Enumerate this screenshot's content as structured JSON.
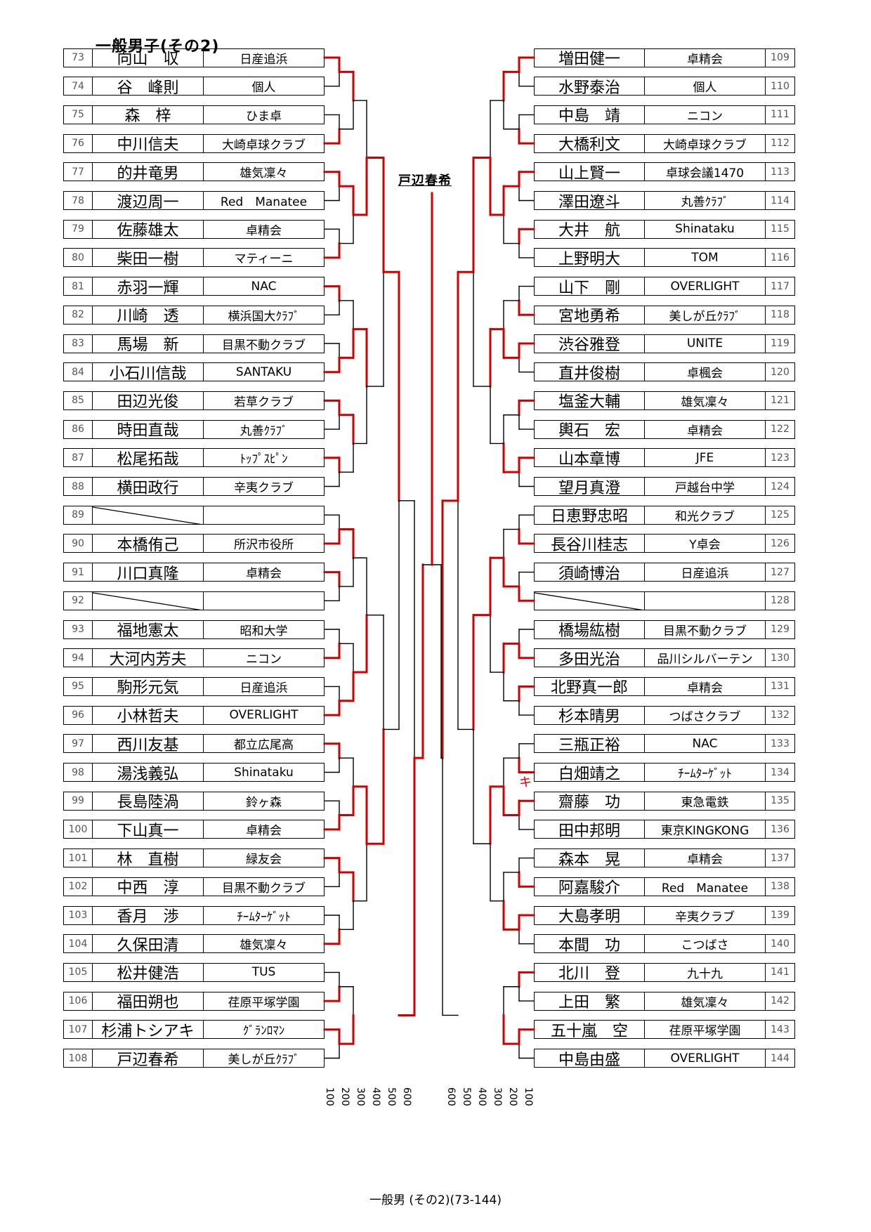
{
  "title": "一般男子(その2)",
  "winner": "戸辺春希",
  "footer": "一般男 (その2)(73-144)",
  "annotation_mark": "キ",
  "scale_ticks": [
    "100",
    "200",
    "300",
    "400",
    "500",
    "600"
  ],
  "colors": {
    "win_line": "#d00000",
    "line": "#000000"
  },
  "left": [
    {
      "no": "73",
      "name": "向山　収",
      "club": "日産追浜"
    },
    {
      "no": "74",
      "name": "谷　峰則",
      "club": "個人"
    },
    {
      "no": "75",
      "name": "森　梓",
      "club": "ひま卓"
    },
    {
      "no": "76",
      "name": "中川信夫",
      "club": "大崎卓球クラブ"
    },
    {
      "no": "77",
      "name": "的井竜男",
      "club": "雄気凜々"
    },
    {
      "no": "78",
      "name": "渡辺周一",
      "club": "Red　Manatee"
    },
    {
      "no": "79",
      "name": "佐藤雄太",
      "club": "卓精会"
    },
    {
      "no": "80",
      "name": "柴田一樹",
      "club": "マティーニ"
    },
    {
      "no": "81",
      "name": "赤羽一輝",
      "club": "NAC"
    },
    {
      "no": "82",
      "name": "川崎　透",
      "club": "横浜国大ｸﾗﾌﾞ"
    },
    {
      "no": "83",
      "name": "馬場　新",
      "club": "目黒不動クラブ"
    },
    {
      "no": "84",
      "name": "小石川信哉",
      "club": "SANTAKU"
    },
    {
      "no": "85",
      "name": "田辺光俊",
      "club": "若草クラブ"
    },
    {
      "no": "86",
      "name": "時田直哉",
      "club": "丸善ｸﾗﾌﾞ"
    },
    {
      "no": "87",
      "name": "松尾拓哉",
      "club": "ﾄｯﾌﾟｽﾋﾟﾝ"
    },
    {
      "no": "88",
      "name": "横田政行",
      "club": "辛夷クラブ"
    },
    {
      "no": "89",
      "name": "",
      "club": "",
      "bye": true
    },
    {
      "no": "90",
      "name": "本橋侑己",
      "club": "所沢市役所"
    },
    {
      "no": "91",
      "name": "川口真隆",
      "club": "卓精会"
    },
    {
      "no": "92",
      "name": "",
      "club": "",
      "bye": true
    },
    {
      "no": "93",
      "name": "福地憲太",
      "club": "昭和大学"
    },
    {
      "no": "94",
      "name": "大河内芳夫",
      "club": "ニコン"
    },
    {
      "no": "95",
      "name": "駒形元気",
      "club": "日産追浜"
    },
    {
      "no": "96",
      "name": "小林哲夫",
      "club": "OVERLIGHT"
    },
    {
      "no": "97",
      "name": "西川友基",
      "club": "都立広尾高"
    },
    {
      "no": "98",
      "name": "湯浅義弘",
      "club": "Shinataku"
    },
    {
      "no": "99",
      "name": "長島陸渦",
      "club": "鈴ヶ森"
    },
    {
      "no": "100",
      "name": "下山真一",
      "club": "卓精会"
    },
    {
      "no": "101",
      "name": "林　直樹",
      "club": "緑友会"
    },
    {
      "no": "102",
      "name": "中西　淳",
      "club": "目黒不動クラブ"
    },
    {
      "no": "103",
      "name": "香月　渉",
      "club": "ﾁｰﾑﾀｰｹﾞｯﾄ"
    },
    {
      "no": "104",
      "name": "久保田清",
      "club": "雄気凜々"
    },
    {
      "no": "105",
      "name": "松井健浩",
      "club": "TUS"
    },
    {
      "no": "106",
      "name": "福田朔也",
      "club": "荏原平塚学園"
    },
    {
      "no": "107",
      "name": "杉浦トシアキ",
      "club": "ｸﾞﾗﾝﾛﾏﾝ"
    },
    {
      "no": "108",
      "name": "戸辺春希",
      "club": "美しが丘ｸﾗﾌﾞ"
    }
  ],
  "right": [
    {
      "no": "109",
      "name": "増田健一",
      "club": "卓精会"
    },
    {
      "no": "110",
      "name": "水野泰治",
      "club": "個人"
    },
    {
      "no": "111",
      "name": "中島　靖",
      "club": "ニコン"
    },
    {
      "no": "112",
      "name": "大橋利文",
      "club": "大崎卓球クラブ"
    },
    {
      "no": "113",
      "name": "山上賢一",
      "club": "卓球会議1470"
    },
    {
      "no": "114",
      "name": "澤田遼斗",
      "club": "丸善ｸﾗﾌﾞ"
    },
    {
      "no": "115",
      "name": "大井　航",
      "club": "Shinataku"
    },
    {
      "no": "116",
      "name": "上野明大",
      "club": "TOM"
    },
    {
      "no": "117",
      "name": "山下　剛",
      "club": "OVERLIGHT"
    },
    {
      "no": "118",
      "name": "宮地勇希",
      "club": "美しが丘ｸﾗﾌﾞ"
    },
    {
      "no": "119",
      "name": "渋谷雅登",
      "club": "UNITE"
    },
    {
      "no": "120",
      "name": "直井俊樹",
      "club": "卓楓会"
    },
    {
      "no": "121",
      "name": "塩釜大輔",
      "club": "雄気凜々"
    },
    {
      "no": "122",
      "name": "輿石　宏",
      "club": "卓精会"
    },
    {
      "no": "123",
      "name": "山本章博",
      "club": "JFE"
    },
    {
      "no": "124",
      "name": "望月真澄",
      "club": "戸越台中学"
    },
    {
      "no": "125",
      "name": "日恵野忠昭",
      "club": "和光クラブ"
    },
    {
      "no": "126",
      "name": "長谷川桂志",
      "club": "Y卓会"
    },
    {
      "no": "127",
      "name": "須崎博治",
      "club": "日産追浜"
    },
    {
      "no": "128",
      "name": "",
      "club": "",
      "bye": true
    },
    {
      "no": "129",
      "name": "橋場紘樹",
      "club": "目黒不動クラブ"
    },
    {
      "no": "130",
      "name": "多田光治",
      "club": "品川シルバーテン"
    },
    {
      "no": "131",
      "name": "北野真一郎",
      "club": "卓精会"
    },
    {
      "no": "132",
      "name": "杉本晴男",
      "club": "つばさクラブ"
    },
    {
      "no": "133",
      "name": "三瓶正裕",
      "club": "NAC"
    },
    {
      "no": "134",
      "name": "白畑靖之",
      "club": "ﾁｰﾑﾀｰｹﾞｯﾄ"
    },
    {
      "no": "135",
      "name": "齋藤　功",
      "club": "東急電鉄"
    },
    {
      "no": "136",
      "name": "田中邦明",
      "club": "東京KINGKONG"
    },
    {
      "no": "137",
      "name": "森本　晃",
      "club": "卓精会"
    },
    {
      "no": "138",
      "name": "阿嘉駿介",
      "club": "Red　Manatee"
    },
    {
      "no": "139",
      "name": "大島孝明",
      "club": "辛夷クラブ"
    },
    {
      "no": "140",
      "name": "本間　功",
      "club": "こつばさ"
    },
    {
      "no": "141",
      "name": "北川　登",
      "club": "九十九"
    },
    {
      "no": "142",
      "name": "上田　繁",
      "club": "雄気凜々"
    },
    {
      "no": "143",
      "name": "五十嵐　空",
      "club": "荏原平塚学園"
    },
    {
      "no": "144",
      "name": "中島由盛",
      "club": "OVERLIGHT"
    }
  ],
  "results": {
    "left": {
      "r1": [
        0,
        1,
        0,
        1,
        0,
        1,
        0,
        0,
        1,
        0,
        1,
        1,
        0,
        1,
        0,
        1,
        1,
        0
      ],
      "r2": [
        0,
        0,
        1,
        0,
        0,
        1,
        1,
        0,
        1
      ],
      "r3": [
        1,
        0,
        1,
        0,
        1
      ],
      "r4": [
        0,
        1,
        1
      ],
      "r5": [
        0,
        1
      ],
      "r6": [
        1
      ]
    },
    "right": {
      "r1": [
        0,
        1,
        0,
        0,
        1,
        0,
        0,
        0,
        1,
        1,
        1,
        0,
        1,
        0,
        1,
        0,
        0,
        0
      ],
      "r2": [
        0,
        0,
        1,
        1,
        1,
        0,
        1,
        1,
        1
      ],
      "r3": [
        1,
        0,
        0,
        0,
        0
      ],
      "r4": [
        0,
        0,
        1
      ],
      "r5": [
        0,
        1
      ],
      "r6": [
        0
      ]
    },
    "final": "left"
  }
}
